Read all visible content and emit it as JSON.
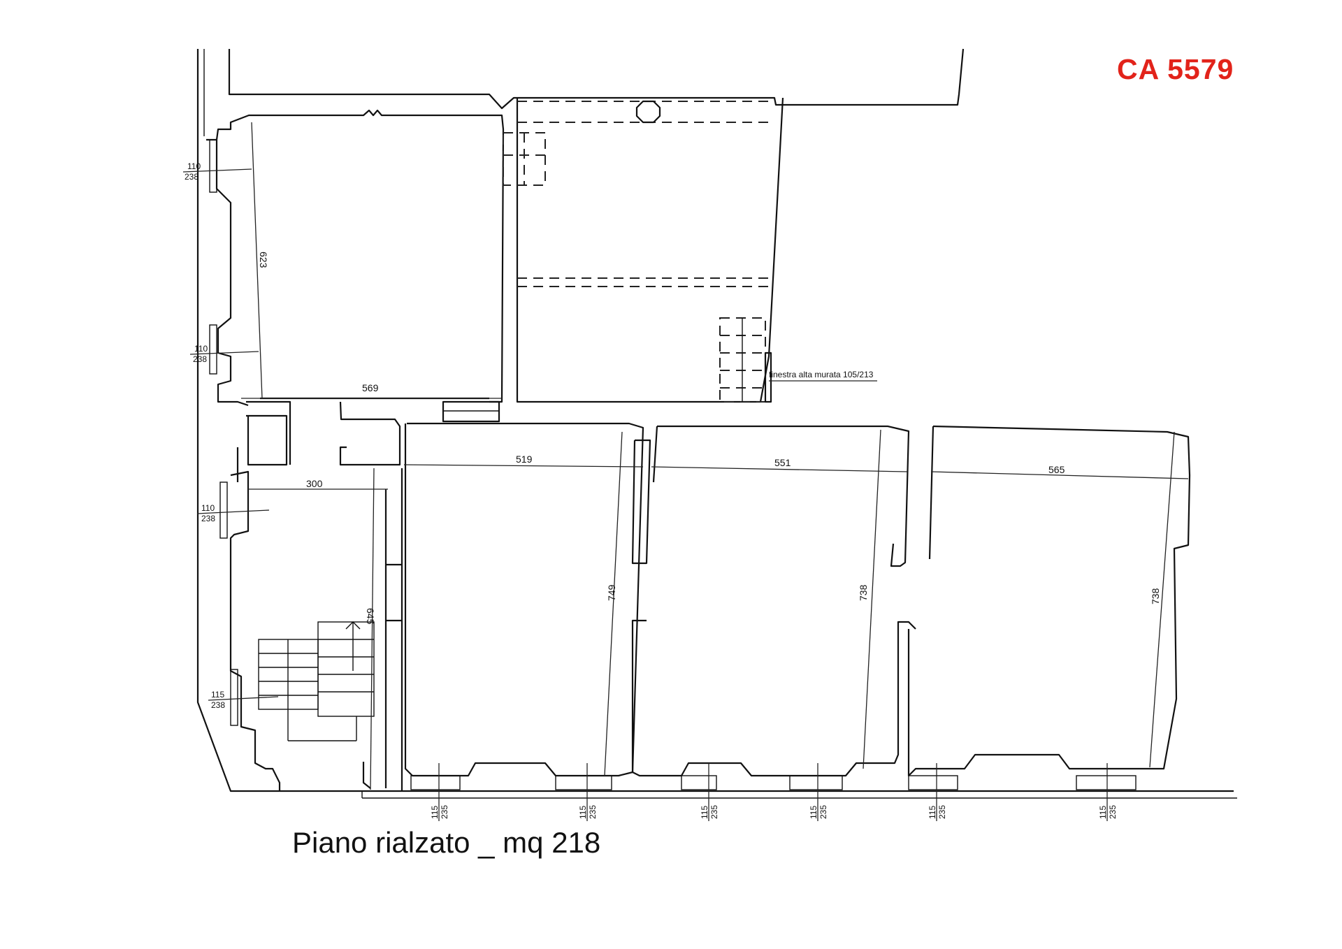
{
  "code": {
    "text": "CA 5579",
    "color": "#e2231a"
  },
  "caption": "Piano rialzato _ mq 218",
  "note": "finestra alta murata 105/213",
  "dims": {
    "d569": "569",
    "d623": "623",
    "d300": "300",
    "d645": "645",
    "d519": "519",
    "d551": "551",
    "d565": "565",
    "d749": "749",
    "d738a": "738",
    "d738b": "738"
  },
  "openings": {
    "left": [
      {
        "top": "110",
        "bottom": "238"
      },
      {
        "top": "110",
        "bottom": "238"
      },
      {
        "top": "110",
        "bottom": "238"
      },
      {
        "top": "115",
        "bottom": "238"
      }
    ],
    "bottom": [
      {
        "top": "115",
        "bottom": "235"
      },
      {
        "top": "115",
        "bottom": "235"
      },
      {
        "top": "115",
        "bottom": "235"
      },
      {
        "top": "115",
        "bottom": "235"
      },
      {
        "top": "115",
        "bottom": "235"
      },
      {
        "top": "115",
        "bottom": "235"
      }
    ]
  }
}
